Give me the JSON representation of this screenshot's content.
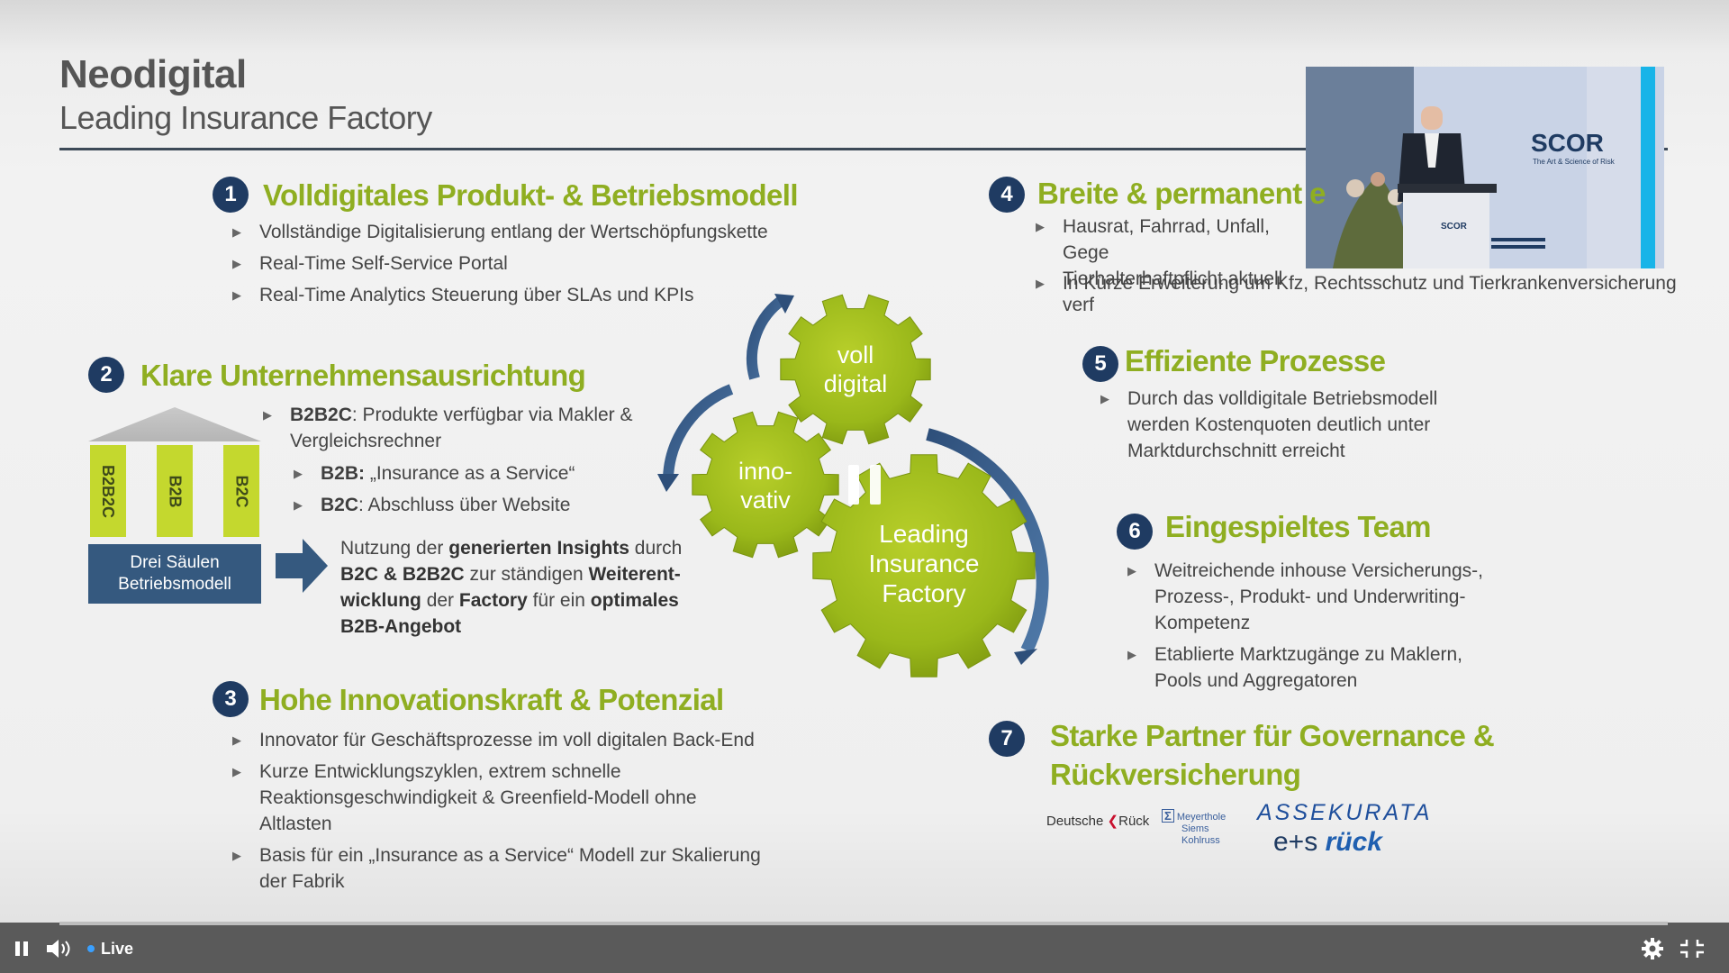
{
  "slide": {
    "title": "Neodigital",
    "subtitle": "Leading Insurance Factory",
    "sections": [
      {
        "number": "1",
        "heading": "Volldigitales Produkt- & Betriebsmodell",
        "bullets": [
          "Vollständige Digitalisierung entlang der Wertschöpfungskette",
          "Real-Time Self-Service Portal",
          "Real-Time Analytics Steuerung über SLAs und KPIs"
        ]
      },
      {
        "number": "2",
        "heading": "Klare Unternehmensausrichtung",
        "b2b2c_label": "B2B2C",
        "b2b2c_text": ": Produkte verfügbar via Makler & Vergleichsrechner",
        "b2b_label": "B2B:",
        "b2b_text": " „Insurance as a Service“",
        "b2c_label": "B2C",
        "b2c_text": ": Abschluss über Website",
        "pillars": [
          "B2B2C",
          "B2B",
          "B2C"
        ],
        "pillar_base": "Drei Säulen Betriebsmodell",
        "insight": {
          "t1": "Nutzung der ",
          "b1": "generierten Insights",
          "t2": " durch ",
          "b2": "B2C & B2B2C",
          "t3": " zur ständigen ",
          "b3": "Weiterent-wicklung",
          "t4": " der ",
          "b4": "Factory",
          "t5": " für ein ",
          "b5": "optimales B2B-Angebot"
        }
      },
      {
        "number": "3",
        "heading": "Hohe Innovationskraft & Potenzial",
        "bullets": [
          "Innovator für Geschäftsprozesse im voll digitalen Back-End",
          "Kurze Entwicklungszyklen, extrem schnelle Reaktionsgeschwindigkeit & Greenfield-Modell ohne Altlasten",
          "Basis für ein „Insurance as a Service“ Modell zur Skalierung der Fabrik"
        ]
      },
      {
        "number": "4",
        "heading": "Breite & permanent e",
        "bullets": [
          "Hausrat, Fahrrad, Unfall, Gege",
          "In Kürze Erweiterung um Kfz, Rechtsschutz und Tierkrankenversicherung"
        ],
        "bullet1_line2": "Tierhalterhaftpflicht aktuell verf"
      },
      {
        "number": "5",
        "heading": "Effiziente Prozesse",
        "bullets": [
          "Durch das volldigitale Betriebsmodell werden Kostenquoten deutlich unter Marktdurchschnitt erreicht"
        ]
      },
      {
        "number": "6",
        "heading": "Eingespieltes Team",
        "bullets": [
          "Weitreichende inhouse Versicherungs-, Prozess-, Produkt- und Underwriting-Kompetenz",
          "Etablierte Marktzugänge zu Maklern, Pools und Aggregatoren"
        ]
      },
      {
        "number": "7",
        "heading_line1": "Starke Partner für Governance &",
        "heading_line2": "Rückversicherung"
      }
    ],
    "gears": {
      "top": [
        "voll",
        "digital"
      ],
      "left": [
        "inno-",
        "vativ"
      ],
      "main": [
        "Leading",
        "Insurance",
        "Factory"
      ]
    },
    "logos": {
      "deutsche_rueck_a": "Deutsche",
      "deutsche_rueck_b": "Rück",
      "meyerthole_a": "Meyerthole",
      "meyerthole_b": "Siems",
      "meyerthole_c": "Kohlruss",
      "assekurata": "ASSEKURATA",
      "es_a": "e+s",
      "es_b": "rück"
    },
    "video_inset": {
      "brand": "SCOR",
      "tagline": "The Art & Science of Risk",
      "podium_brand": "SCOR"
    }
  },
  "player": {
    "live_label": "Live",
    "progress_fraction": 1.0,
    "colors": {
      "accent_green": "#8fae21",
      "navy": "#1f3b62",
      "live_dot": "#3aa0ff"
    }
  }
}
